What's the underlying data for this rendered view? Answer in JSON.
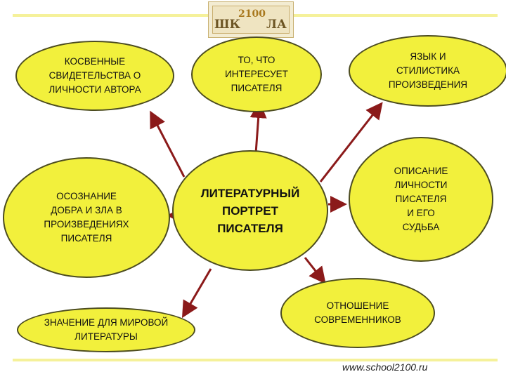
{
  "logo": {
    "left_text": "ШК",
    "right_text": "ЛА",
    "number": "2100"
  },
  "center": {
    "label": "ЛИТЕРАТУРНЫЙ\nПОРТРЕТ\nПИСАТЕЛЯ"
  },
  "nodes": {
    "indirect_evidence": "КОСВЕННЫЕ\nСВИДЕТЕЛЬСТВА О\nЛИЧНОСТИ АВТОРА",
    "writer_interests": "ТО, ЧТО\nИНТЕРЕСУЕТ\nПИСАТЕЛЯ",
    "language_style": "ЯЗЫК И\nСТИЛИСТИКА\nПРОИЗВЕДЕНИЯ",
    "good_evil": "ОСОЗНАНИЕ\nДОБРА И ЗЛА В\nПРОИЗВЕДЕНИЯХ\nПИСАТЕЛЯ",
    "personality_fate": "ОПИСАНИЕ\nЛИЧНОСТИ\nПИСАТЕЛЯ\nИ ЕГО\nСУДЬБА",
    "world_significance": "ЗНАЧЕНИЕ ДЛЯ МИРОВОЙ\nЛИТЕРАТУРЫ",
    "contemporaries": "ОТНОШЕНИЕ\nСОВРЕМЕННИКОВ"
  },
  "footer": {
    "url": "www.school2100.ru"
  },
  "colors": {
    "ellipse_fill": "#f2f03c",
    "arrow": "#8b1a1a",
    "rule": "#f5f19a"
  }
}
